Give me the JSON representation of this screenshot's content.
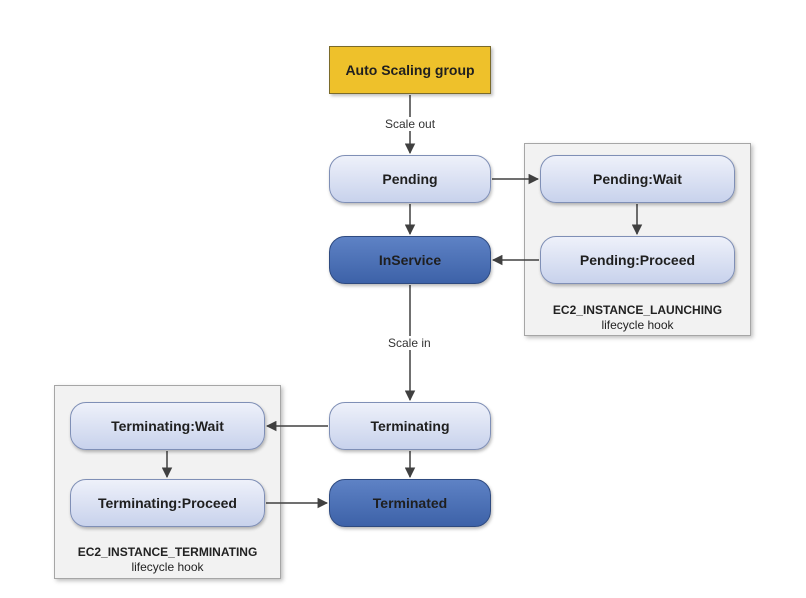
{
  "nodes": {
    "auto_scaling_group": "Auto Scaling group",
    "pending": "Pending",
    "inservice": "InService",
    "pending_wait": "Pending:Wait",
    "pending_proceed": "Pending:Proceed",
    "terminating": "Terminating",
    "terminated": "Terminated",
    "terminating_wait": "Terminating:Wait",
    "terminating_proceed": "Terminating:Proceed"
  },
  "edges": {
    "scale_out": "Scale out",
    "scale_in": "Scale in"
  },
  "hooks": {
    "launching": {
      "name": "EC2_INSTANCE_LAUNCHING",
      "sub": "lifecycle hook"
    },
    "terminating": {
      "name": "EC2_INSTANCE_TERMINATING",
      "sub": "lifecycle hook"
    }
  },
  "colors": {
    "group_fill": "#eec12b",
    "light_node_fill": "#c8d2ec",
    "dark_node_fill": "#3d62a8",
    "hook_fill": "#f2f2f2",
    "arrow": "#404040"
  }
}
